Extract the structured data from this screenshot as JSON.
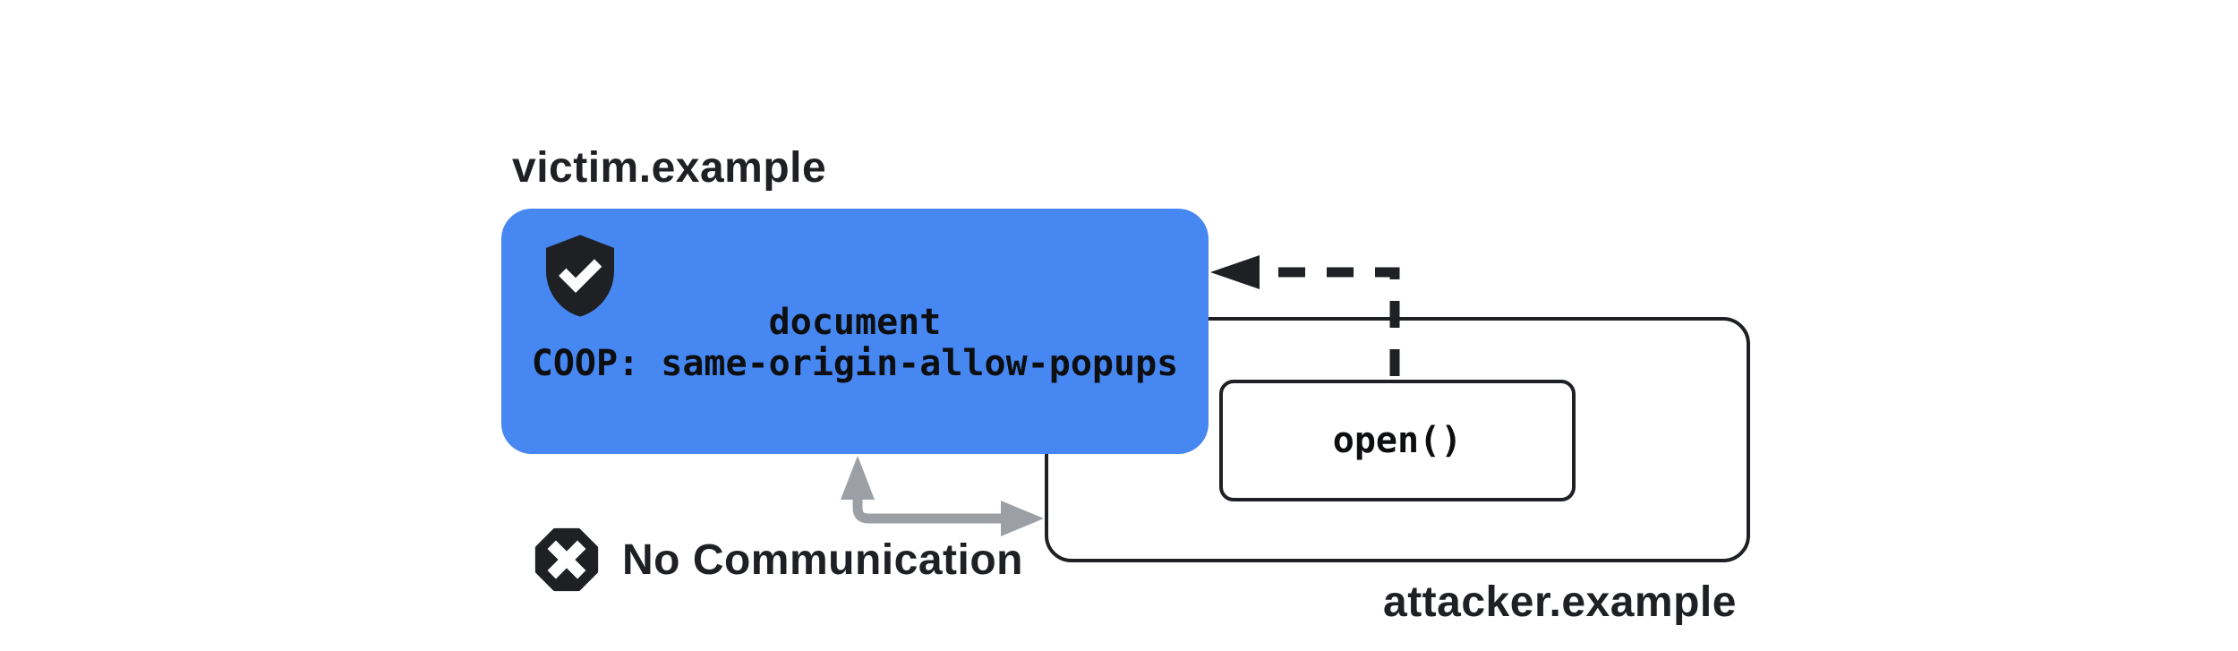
{
  "labels": {
    "victim": "victim.example",
    "attacker": "attacker.example",
    "no_communication": "No Communication"
  },
  "victim_box": {
    "line1": "document",
    "line2": "COOP: same-origin-allow-popups"
  },
  "attacker_box": {
    "open_label": "open()"
  },
  "icons": {
    "shield": "shield-check-icon",
    "blocked": "blocked-x-octagon-icon"
  },
  "colors": {
    "blue": "#4687f2",
    "dark": "#1e2023",
    "gray": "#9ca0a5"
  }
}
